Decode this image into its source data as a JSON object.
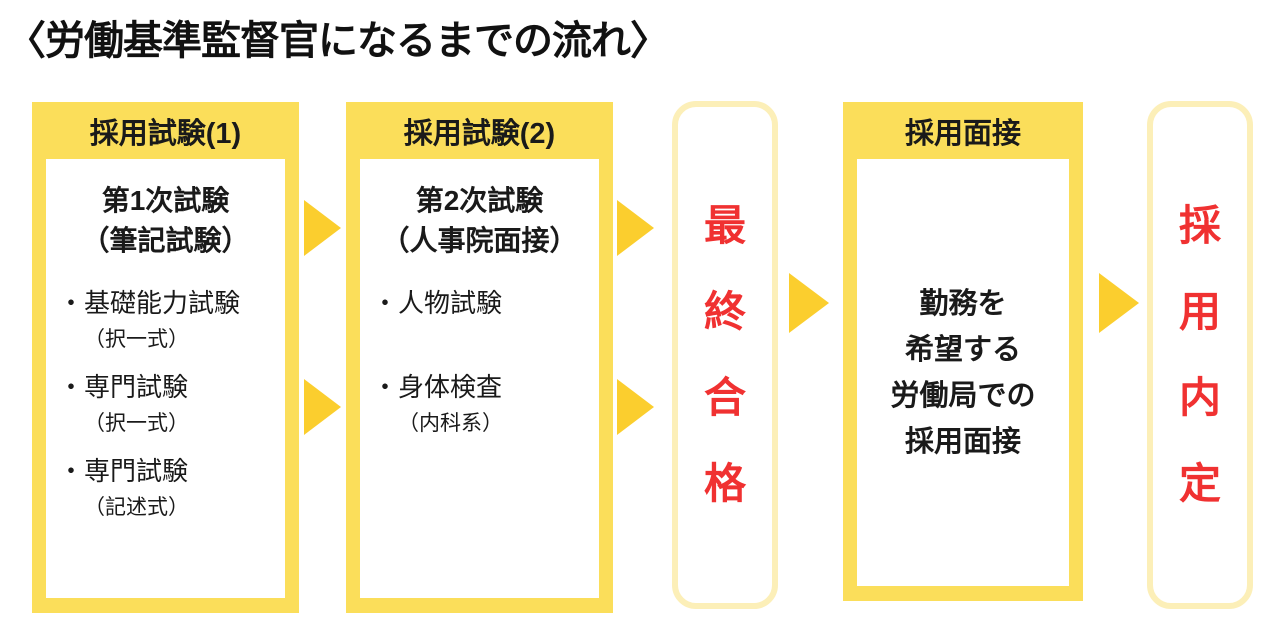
{
  "title": "〈労働基準監督官になるまでの流れ〉",
  "colors": {
    "box_yellow": "#FBDE5A",
    "arrow_gold": "#FBCE2E",
    "pill_border": "#FCEFB8",
    "accent_red": "#F03131",
    "text_black": "#1A1A1A",
    "background": "#FFFFFF"
  },
  "icons": {
    "arrow_right_icon": "css-triangle-right"
  },
  "stages": {
    "exam1": {
      "header": "採用試験(1)",
      "subtitle": [
        "第1次試験",
        "（筆記試験）"
      ],
      "bullet": "・",
      "items": [
        {
          "label": "基礎能力試験",
          "note": "（択一式）"
        },
        {
          "label": "専門試験",
          "note": "（択一式）"
        },
        {
          "label": "専門試験",
          "note": "（記述式）"
        }
      ]
    },
    "exam2": {
      "header": "採用試験(2)",
      "subtitle": [
        "第2次試験",
        "（人事院面接）"
      ],
      "bullet": "・",
      "items": [
        {
          "label": "人物試験",
          "note": ""
        },
        {
          "label": "身体検査",
          "note": "（内科系）"
        }
      ]
    },
    "final_pass": {
      "text": "最終合格",
      "chars": [
        "最",
        "終",
        "合",
        "格"
      ]
    },
    "interview": {
      "header": "採用面接",
      "body_lines": [
        "勤務を",
        "希望する",
        "労働局での",
        "採用面接"
      ]
    },
    "offer": {
      "text": "採用内定",
      "chars": [
        "採",
        "用",
        "内",
        "定"
      ]
    }
  }
}
